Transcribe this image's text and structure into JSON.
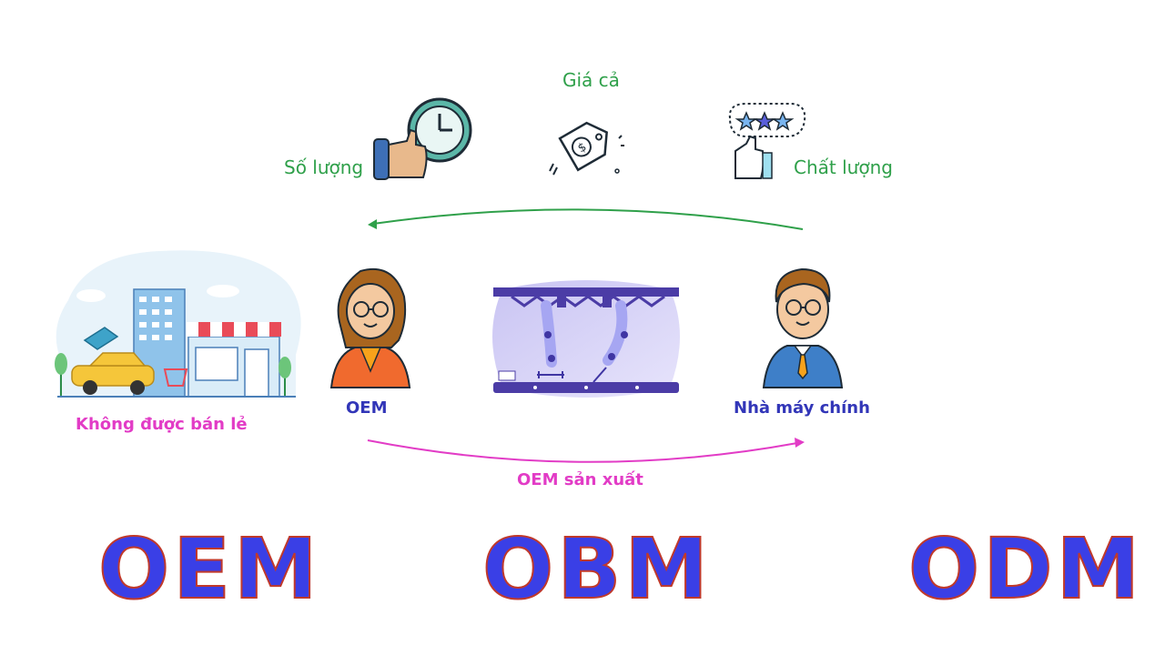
{
  "top_labels": {
    "price": "Giá cả",
    "quantity": "Số lượng",
    "quality": "Chất lượng"
  },
  "middle_labels": {
    "retail": "Không được bán lẻ",
    "oem_person": "OEM",
    "main_factory": "Nhà máy chính",
    "oem_production": "OEM sản xuất"
  },
  "big_labels": [
    "OEM",
    "OBM",
    "ODM"
  ],
  "colors": {
    "green_arrow": "#2fa04a",
    "pink_arrow": "#e23cc6",
    "big_text": "#3a3fe6"
  }
}
